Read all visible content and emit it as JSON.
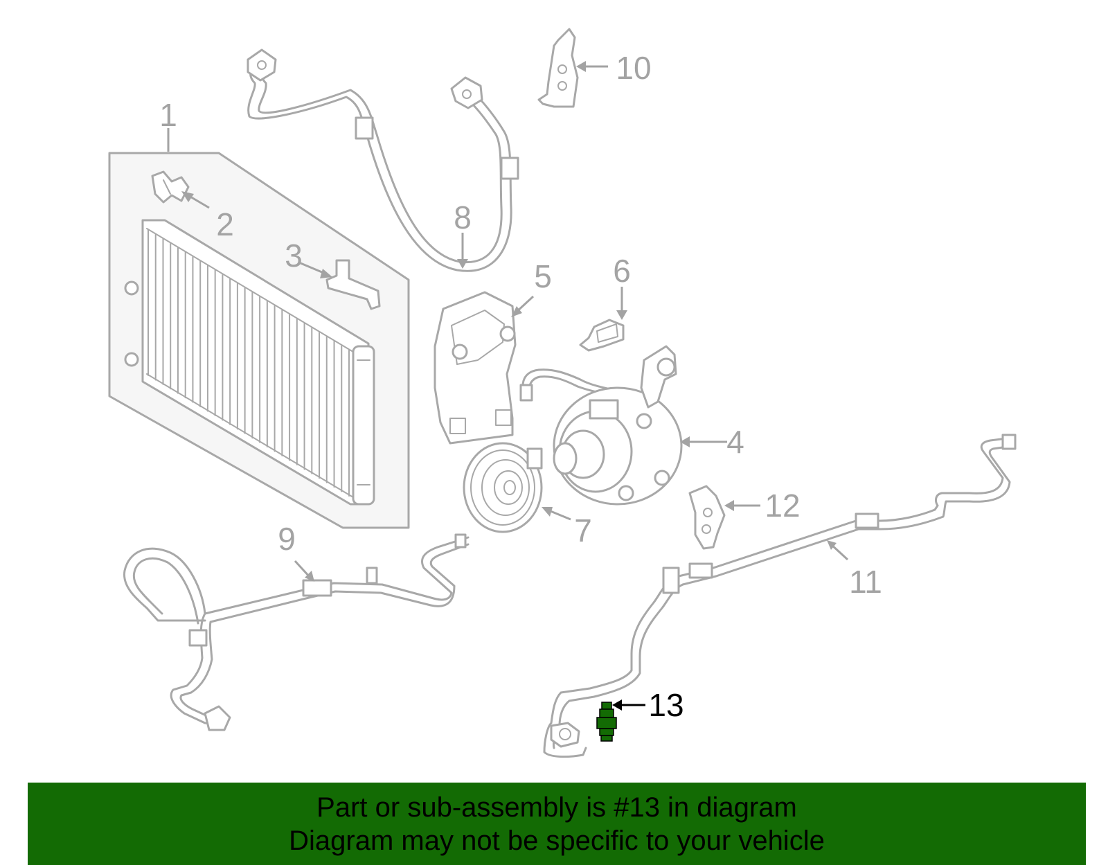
{
  "diagram": {
    "callouts": [
      "1",
      "2",
      "3",
      "4",
      "5",
      "6",
      "7",
      "8",
      "9",
      "10",
      "11",
      "12",
      "13"
    ],
    "highlighted_callout": "13",
    "colors": {
      "line_art": "#a8a8a8",
      "callout_text": "#a3a3a3",
      "highlight_part": "#136b04",
      "highlight_text": "#000000",
      "banner_background": "#136b04"
    }
  },
  "banner": {
    "line1": "Part or sub-assembly is #13 in diagram",
    "line2": "Diagram may not be specific to your vehicle"
  }
}
